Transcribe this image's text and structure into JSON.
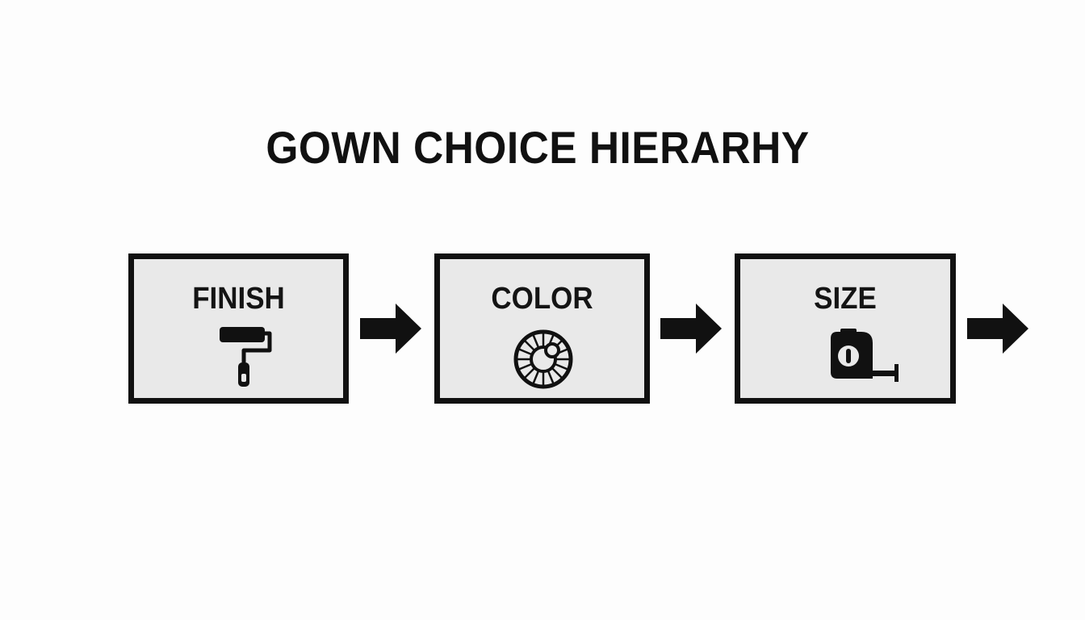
{
  "title": "GOWN CHOICE HIERARHY",
  "steps": [
    {
      "label": "FINISH",
      "icon": "paint-roller-icon"
    },
    {
      "label": "COLOR",
      "icon": "color-wheel-icon"
    },
    {
      "label": "SIZE",
      "icon": "tape-measure-icon"
    }
  ],
  "colors": {
    "background": "#fdfdfd",
    "box_fill": "#e9e9e9",
    "stroke": "#111111"
  }
}
